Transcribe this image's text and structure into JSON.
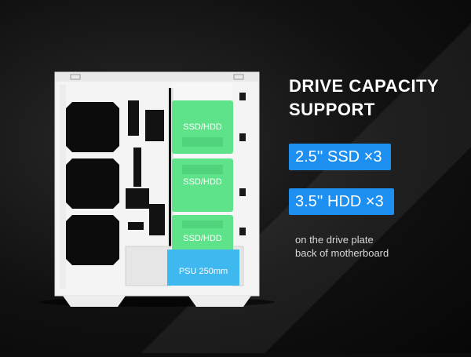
{
  "heading": {
    "line1": "DRIVE CAPACITY",
    "line2": "SUPPORT"
  },
  "badges": {
    "ssd": "2.5'' SSD ×3",
    "hdd": "3.5'' HDD ×3"
  },
  "note": {
    "line1": "on the drive plate",
    "line2": "back of motherboard"
  },
  "case": {
    "drive_slots": [
      "SSD/HDD",
      "SSD/HDD",
      "SSD/HDD"
    ],
    "psu_label": "PSU 250mm"
  },
  "colors": {
    "background": "#0d0d0d",
    "badge_blue": "#1d8ff0",
    "drive_green": "#5ee38a",
    "psu_blue": "#3fb8ef",
    "case_white": "#f4f4f4"
  }
}
